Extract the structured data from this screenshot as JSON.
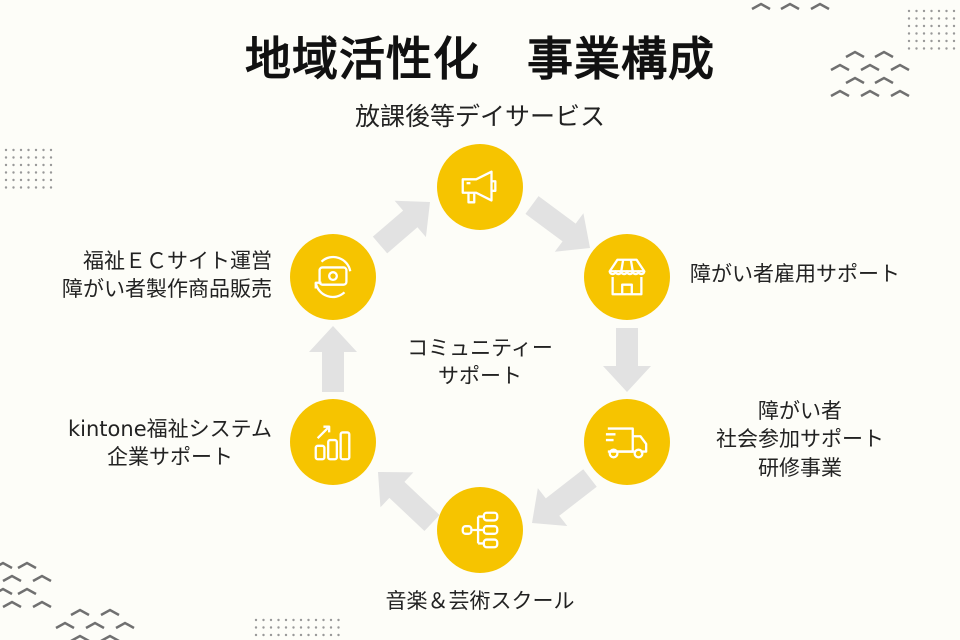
{
  "title": "地域活性化　事業構成",
  "subtitle": "放課後等デイサービス",
  "center_label": [
    "コミュニティー",
    "サポート"
  ],
  "nodes": {
    "top": {
      "icon": "megaphone-icon"
    },
    "right_top": {
      "icon": "store-icon",
      "label": [
        "障がい者雇用サポート"
      ]
    },
    "right_bottom": {
      "icon": "delivery-truck-icon",
      "label": [
        "障がい者",
        "社会参加サポート",
        "研修事業"
      ]
    },
    "bottom": {
      "icon": "hierarchy-icon",
      "label": [
        "音楽＆芸術スクール"
      ]
    },
    "left_bottom": {
      "icon": "growth-chart-icon",
      "label": [
        "kintone福祉システム",
        "企業サポート"
      ]
    },
    "left_top": {
      "icon": "money-cycle-icon",
      "label": [
        "福祉ＥＣサイト運営",
        "障がい者製作商品販売"
      ]
    }
  },
  "colors": {
    "accent": "#f6c400",
    "arrow": "#e2e2e2",
    "background": "#fdfdf8",
    "decoration": "#707070"
  }
}
